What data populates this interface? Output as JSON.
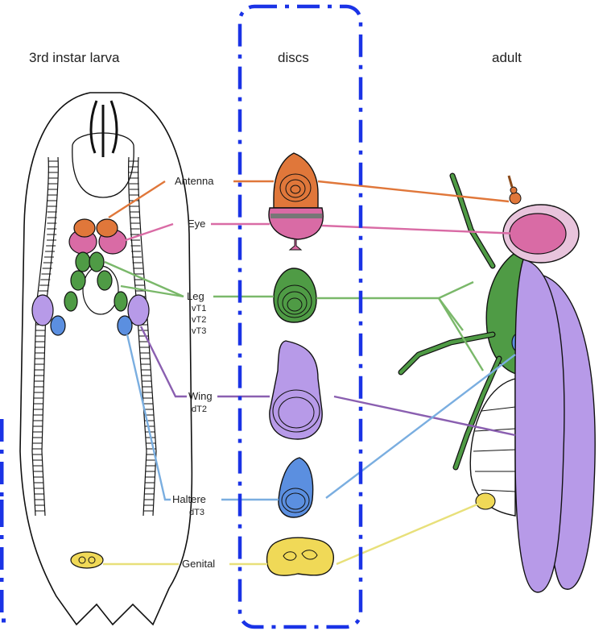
{
  "headers": {
    "larva": "3rd instar larva",
    "discs": "discs",
    "adult": "adult"
  },
  "labels": {
    "antenna": "Antenna",
    "eye": "Eye",
    "leg": "Leg",
    "leg_segments": [
      "vT1",
      "vT2",
      "vT3"
    ],
    "wing": "Wing",
    "wing_segment": "dT2",
    "haltere": "Haltere",
    "haltere_segment": "dT3",
    "genital": "Genital"
  },
  "colors": {
    "antenna": "#e0773a",
    "eye": "#d96ba5",
    "leg": "#4f9b45",
    "wing": "#b79ae8",
    "haltere": "#5b8fe0",
    "genital": "#f0d957",
    "leg_line": "#7ab86a",
    "wing_line": "#8a5fb0",
    "haltere_line": "#7aaee0",
    "genital_line": "#e8e07a",
    "dash_box": "#1a33e6",
    "outline": "#111111"
  }
}
